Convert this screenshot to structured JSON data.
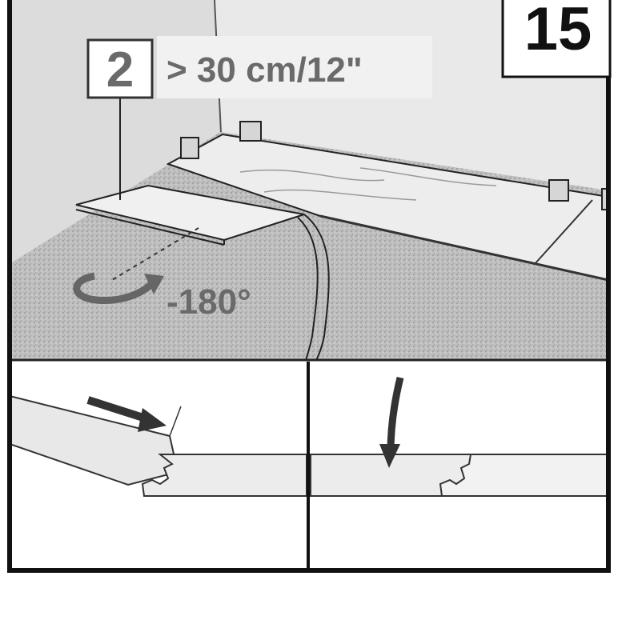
{
  "step_number": "15",
  "plank_index": "2",
  "distance_label": "> 30 cm/12\"",
  "rotation_label": "-180°",
  "colors": {
    "frame": "#111111",
    "wall": "#e6e6e6",
    "floor_underlay": "#bdbdbd",
    "plank": "#ececec",
    "arrow": "#333333",
    "label_bg": "#f2f2f2"
  }
}
